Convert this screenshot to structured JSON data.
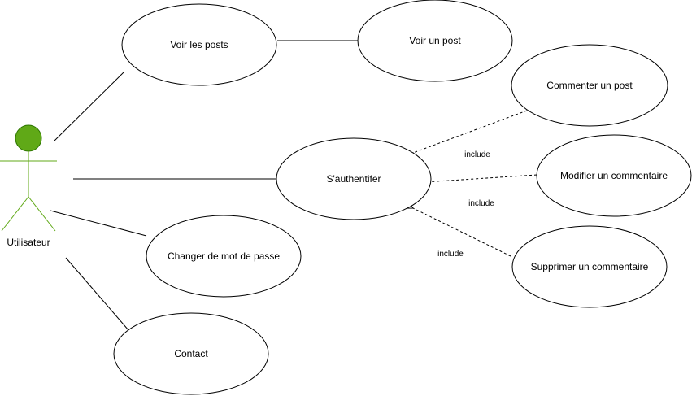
{
  "diagram": {
    "type": "use-case",
    "colors": {
      "actor_fill": "#60a917",
      "actor_stroke": "#2d7600",
      "line": "#000000",
      "background": "#ffffff"
    },
    "actor": {
      "label": "Utilisateur",
      "icon": "stick-figure-icon"
    },
    "use_cases": {
      "voir_posts": "Voir les posts",
      "voir_post": "Voir un post",
      "authentifier": "S'authentifer",
      "changer_mdp": "Changer de mot de passe",
      "contact": "Contact",
      "commenter": "Commenter un post",
      "modifier": "Modifier un commentaire",
      "supprimer": "Supprimer un commentaire"
    },
    "relations": {
      "include_commenter": "include",
      "include_modifier": "include",
      "include_supprimer": "include"
    }
  }
}
